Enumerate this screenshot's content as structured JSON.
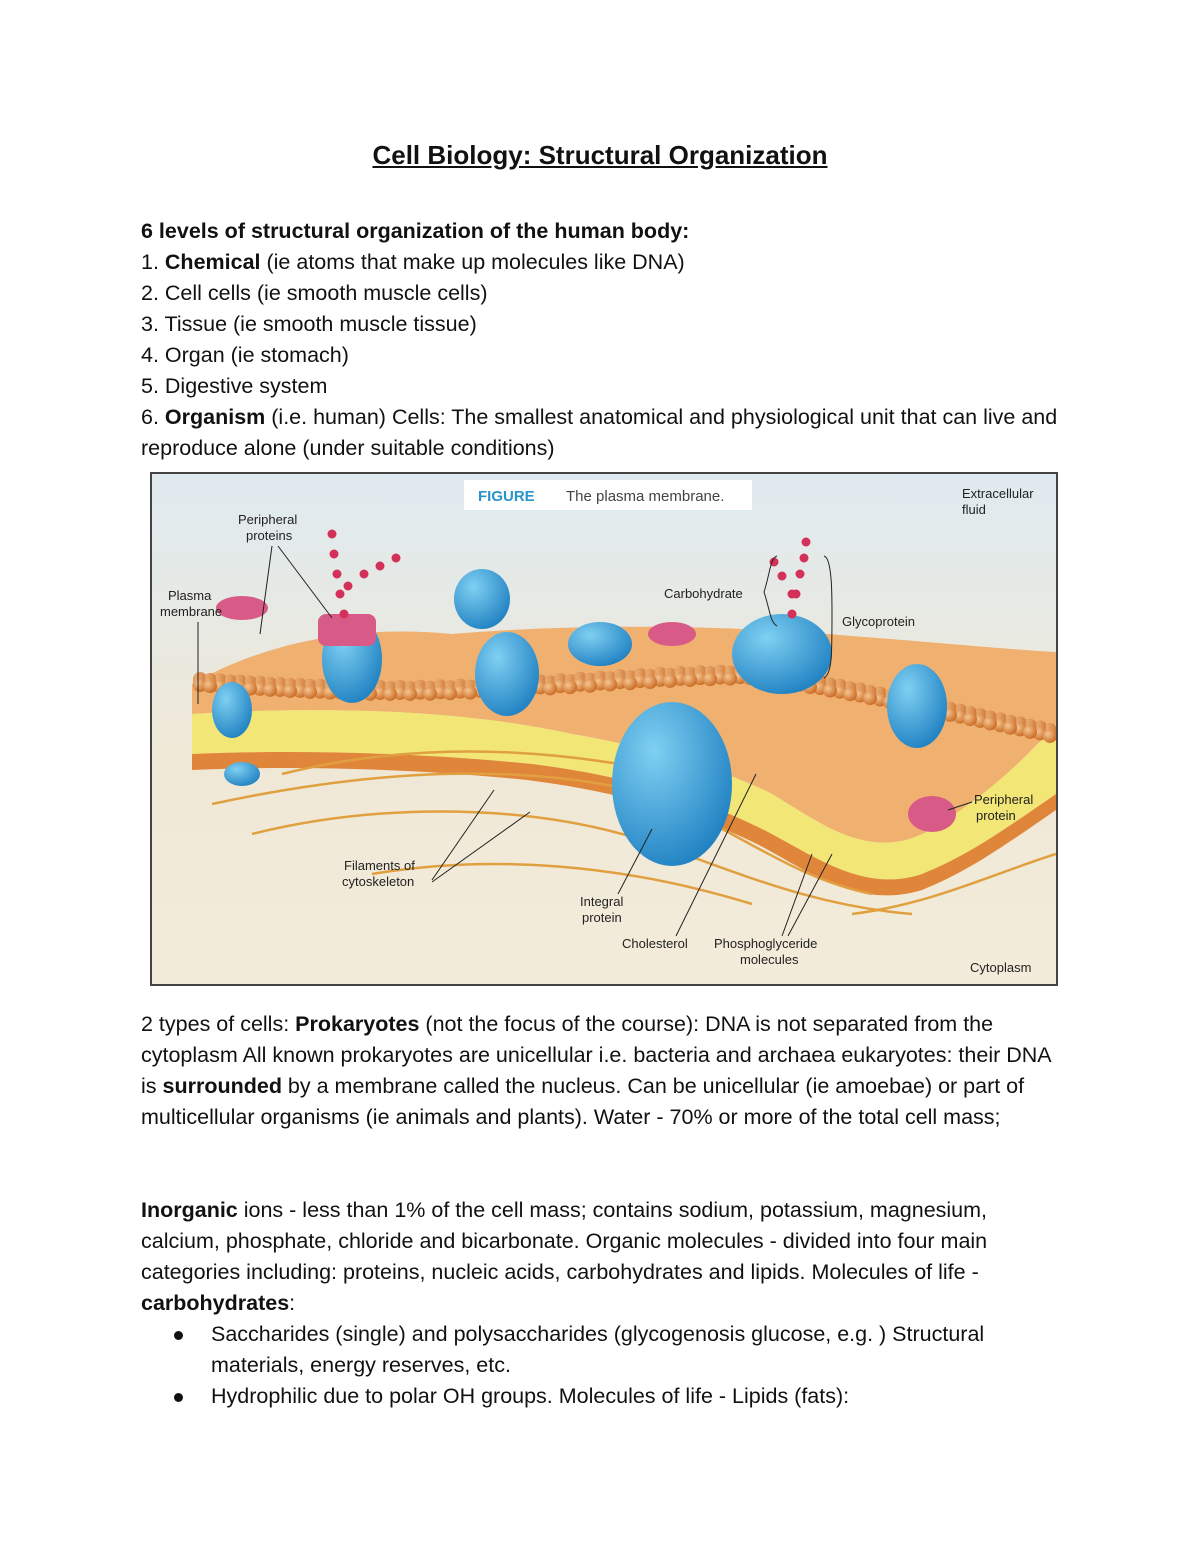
{
  "title": "Cell Biology: Structural Organization",
  "levels": {
    "heading": "6 levels of structural organization of the human body:",
    "items": [
      {
        "num": "1. ",
        "bold": "Chemical",
        "rest": " (ie atoms that make up molecules like DNA)"
      },
      {
        "num": "2. ",
        "bold": "",
        "rest": "Cell cells (ie smooth muscle cells)"
      },
      {
        "num": "3. ",
        "bold": "",
        "rest": "Tissue (ie smooth muscle tissue)"
      },
      {
        "num": "4. ",
        "bold": "",
        "rest": "Organ (ie stomach)"
      },
      {
        "num": "5. ",
        "bold": "",
        "rest": "Digestive system"
      },
      {
        "num": "6. ",
        "bold": "Organism",
        "rest": " (i.e. human) Cells: The smallest anatomical and physiological unit that can live and reproduce alone (under suitable conditions)"
      }
    ]
  },
  "figure": {
    "tag": "FIGURE",
    "caption": "The plasma membrane.",
    "labels": {
      "extracellular": [
        "Extracellular",
        "fluid"
      ],
      "peripheral_top": [
        "Peripheral",
        "proteins"
      ],
      "plasma_membrane": [
        "Plasma",
        "membrane"
      ],
      "carbohydrate": "Carbohydrate",
      "glycoprotein": "Glycoprotein",
      "peripheral_right": [
        "Peripheral",
        "protein"
      ],
      "filaments": [
        "Filaments of",
        "cytoskeleton"
      ],
      "integral": [
        "Integral",
        "protein"
      ],
      "cholesterol": "Cholesterol",
      "phospho": [
        "Phosphoglyceride",
        "molecules"
      ],
      "cytoplasm": "Cytoplasm"
    }
  },
  "types": {
    "p1": "2 types of cells: ",
    "b1": "Prokaryotes",
    "p2": " (not the focus of the course): DNA is not separated from the cytoplasm All known prokaryotes are unicellular i.e. bacteria and archaea eukaryotes:  their DNA is ",
    "b2": "surrounded",
    "p3": " by a membrane called the nucleus. Can be unicellular (ie amoebae) or part of multicellular organisms (ie animals and plants). Water - 70% or more of the total cell mass;"
  },
  "inorganic": {
    "b1": "Inorganic",
    "p1": " ions - less than 1% of the cell mass; contains sodium, potassium, magnesium, calcium, phosphate, chloride and bicarbonate. Organic molecules - divided into four main categories including: proteins, nucleic acids, carbohydrates and lipids. Molecules of life - ",
    "b2": "carbohydrates",
    "p2": ":"
  },
  "bullets": [
    "Saccharides (single) and polysaccharides (glycogenosis glucose, e.g. ) Structural materials, energy reserves, etc.",
    "Hydrophilic due to polar OH groups. Molecules of life - Lipids (fats):"
  ],
  "colors": {
    "figure_bg": "#f3ecdc",
    "protein_blue": "#2f9ad6",
    "lipid_head": "#e0863a",
    "tail_yellow": "#f2e56b",
    "carb_red": "#d4315a",
    "peripheral_pink": "#d85a86",
    "filament": "#e0a040",
    "caption_bg": "#ffffff"
  }
}
